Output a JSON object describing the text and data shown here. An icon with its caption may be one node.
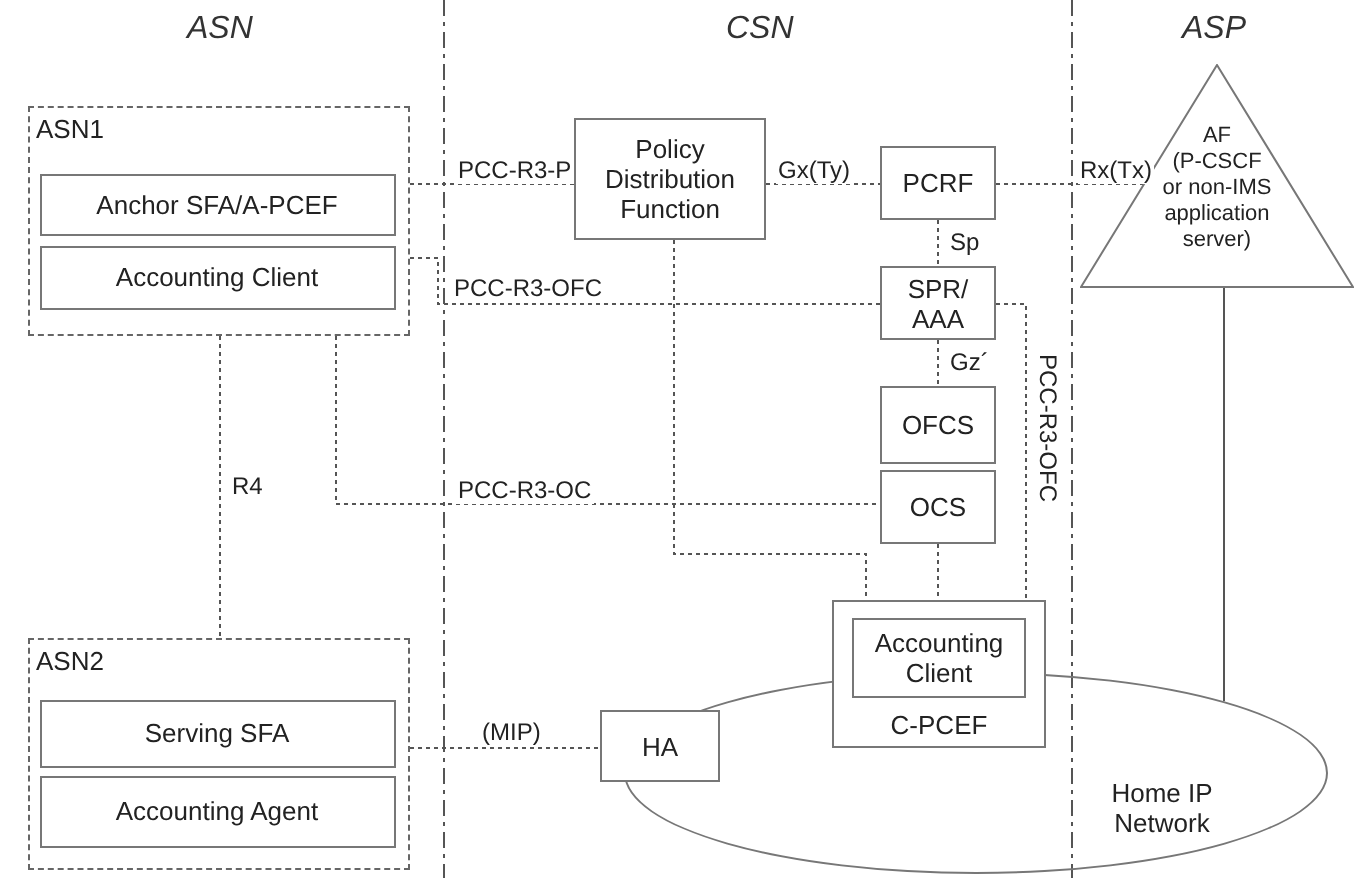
{
  "diagram": {
    "nodes": [
      {
        "text": [
          "ASN1"
        ]
      },
      {
        "text": [
          "Anchor SFA/A-PCEF"
        ],
        "in": 0
      },
      {
        "text": [
          "Accounting Client"
        ],
        "in": 0
      },
      {
        "text": [
          "ASN2"
        ]
      },
      {
        "text": [
          "Serving SFA"
        ],
        "in": 3
      },
      {
        "text": [
          "Accounting Agent"
        ],
        "in": 3
      },
      {
        "text": [
          "Policy Distribution Function"
        ]
      },
      {
        "text": [
          "PCRF"
        ]
      },
      {
        "text": [
          "SPR/AAA"
        ]
      },
      {
        "text": [
          "OFCS"
        ]
      },
      {
        "text": [
          "OCS"
        ]
      },
      {
        "text": [
          "C-PCEF"
        ]
      },
      {
        "text": [
          "Accounting Client"
        ],
        "in": 11
      },
      {
        "text": [
          "HA"
        ]
      },
      {
        "text": [
          "Home IP Network"
        ]
      },
      {
        "text": [
          "AF",
          "(P-CSCF or non-IMS application server)"
        ]
      }
    ],
    "edges": [
      {
        "from": 0,
        "to": 6,
        "arrow": "none",
        "label": "PCC-R3-P",
        "style": "dashed"
      },
      {
        "from": 0,
        "to": 8,
        "arrow": "none",
        "label": "PCC-R3-OFC",
        "style": "dashed"
      },
      {
        "from": 0,
        "to": 3,
        "arrow": "none",
        "label": "R4",
        "style": "dashed"
      },
      {
        "from": 0,
        "to": 10,
        "arrow": "none",
        "label": "PCC-R3-OC",
        "style": "dashed"
      },
      {
        "from": 6,
        "to": 7,
        "arrow": "none",
        "label": "Gx(Ty)",
        "style": "dashed"
      },
      {
        "from": 7,
        "to": 15,
        "arrow": "none",
        "label": "Rx(Tx)",
        "style": "dashed"
      },
      {
        "from": 7,
        "to": 8,
        "arrow": "none",
        "label": "Sp",
        "style": "dashed"
      },
      {
        "from": 8,
        "to": 9,
        "arrow": "none",
        "label": "Gz´",
        "style": "dashed"
      },
      {
        "from": 10,
        "to": 11,
        "arrow": "none",
        "style": "dashed"
      },
      {
        "from": 6,
        "to": 11,
        "arrow": "none",
        "style": "dashed"
      },
      {
        "from": 8,
        "to": 11,
        "arrow": "none",
        "label": "PCC-R3-OFC",
        "style": "dashed"
      },
      {
        "from": 3,
        "to": 13,
        "arrow": "none",
        "label": "(MIP)",
        "style": "dashed"
      },
      {
        "from": 15,
        "to": 14,
        "arrow": "none"
      }
    ],
    "labels": [
      "ASN",
      "CSN",
      "ASP"
    ]
  }
}
